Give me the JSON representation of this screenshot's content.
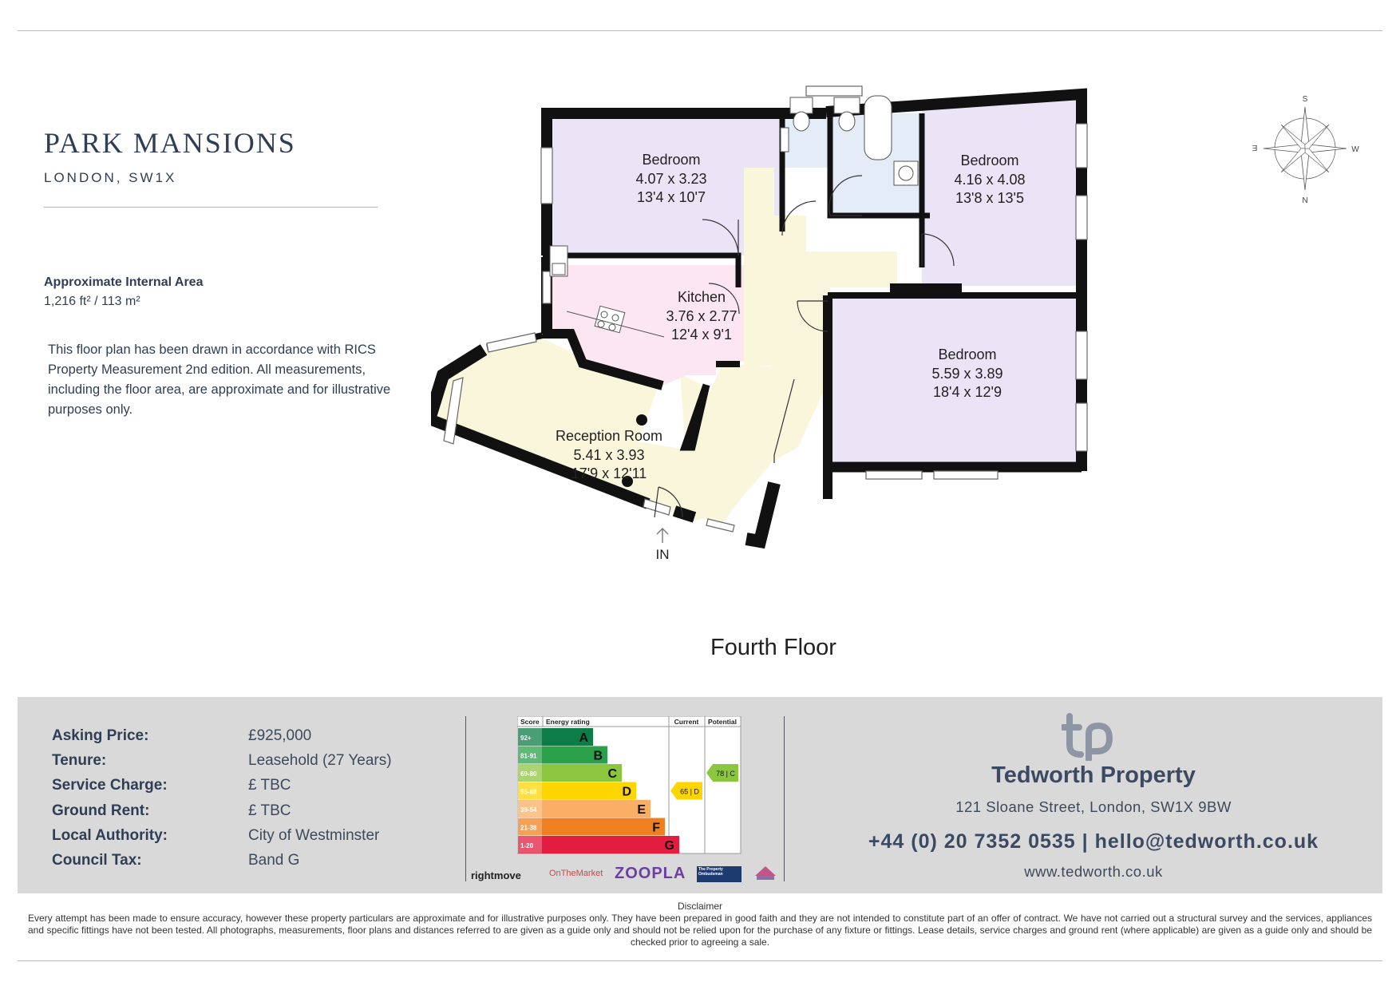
{
  "header": {
    "title": "PARK MANSIONS",
    "subtitle": "LONDON, SW1X"
  },
  "area": {
    "label": "Approximate Internal Area",
    "value": "1,216 ft² / 113 m²",
    "note": "This floor plan has been drawn in accordance with RICS Property Measurement 2nd edition. All measurements, including the floor area, are approximate and for illustrative purposes only."
  },
  "floorplan": {
    "floor_label": "Fourth Floor",
    "entrance_label": "IN",
    "rooms": [
      {
        "name": "Bedroom",
        "metric": "4.07 x 3.23",
        "imperial": "13'4 x 10'7"
      },
      {
        "name": "Bedroom",
        "metric": "4.16 x 4.08",
        "imperial": "13'8 x 13'5"
      },
      {
        "name": "Kitchen",
        "metric": "3.76 x 2.77",
        "imperial": "12'4 x 9'1"
      },
      {
        "name": "Bedroom",
        "metric": "5.59 x 3.89",
        "imperial": "18'4 x 12'9"
      },
      {
        "name": "Reception Room",
        "metric": "5.41 x 3.93",
        "imperial": "17'9 x 12'11"
      }
    ],
    "colors": {
      "bedroom": "#ebe4f7",
      "kitchen": "#fbe6f1",
      "reception": "#faf6dc",
      "bath": "#e4ecf8",
      "wall": "#111111"
    }
  },
  "compass": {
    "n": "N",
    "s": "S",
    "e": "E",
    "w": "W"
  },
  "details": [
    {
      "label": "Asking Price:",
      "value": "£925,000"
    },
    {
      "label": "Tenure:",
      "value": "Leasehold (27 Years)"
    },
    {
      "label": "Service Charge:",
      "value": "£ TBC"
    },
    {
      "label": "Ground Rent:",
      "value": "£ TBC"
    },
    {
      "label": "Local Authority:",
      "value": "City of Westminster"
    },
    {
      "label": "Council Tax:",
      "value": "Band G"
    }
  ],
  "epc": {
    "headers": {
      "score": "Score",
      "rating": "Energy rating",
      "current": "Current",
      "potential": "Potential"
    },
    "bands": [
      {
        "range": "92+",
        "letter": "A",
        "color": "#0c7d46"
      },
      {
        "range": "81-91",
        "letter": "B",
        "color": "#2ba04a"
      },
      {
        "range": "69-80",
        "letter": "C",
        "color": "#8cc63f"
      },
      {
        "range": "55-68",
        "letter": "D",
        "color": "#ffd500"
      },
      {
        "range": "39-54",
        "letter": "E",
        "color": "#fbae65"
      },
      {
        "range": "21-38",
        "letter": "F",
        "color": "#ef8022"
      },
      {
        "range": "1-20",
        "letter": "G",
        "color": "#e31d3f"
      }
    ],
    "current": {
      "label": "65 | D",
      "score": 65,
      "band": "D"
    },
    "potential": {
      "label": "78 | C",
      "score": 78,
      "band": "C"
    }
  },
  "portals": [
    "rightmove",
    "OnTheMarket",
    "ZOOPLA",
    "The Property Ombudsman"
  ],
  "agent": {
    "name": "Tedworth Property",
    "address": "121 Sloane Street, London, SW1X 9BW",
    "contact": "+44 (0) 20 7352 0535 | hello@tedworth.co.uk",
    "website": "www.tedworth.co.uk"
  },
  "disclaimer": {
    "title": "Disclaimer",
    "text": "Every attempt has been made to ensure accuracy, however these property particulars are approximate and for illustrative purposes only. They have been prepared in good faith and they are not intended to constitute part of an offer of contract. We have not carried out a structural survey and the services, appliances and specific fittings have not been tested. All photographs, measurements, floor plans and distances referred to are given as a guide only and should not be relied upon for the purchase of any fixture or fittings. Lease details, service charges and ground rent (where applicable) are given as a guide only and should be checked prior to agreeing a sale."
  }
}
